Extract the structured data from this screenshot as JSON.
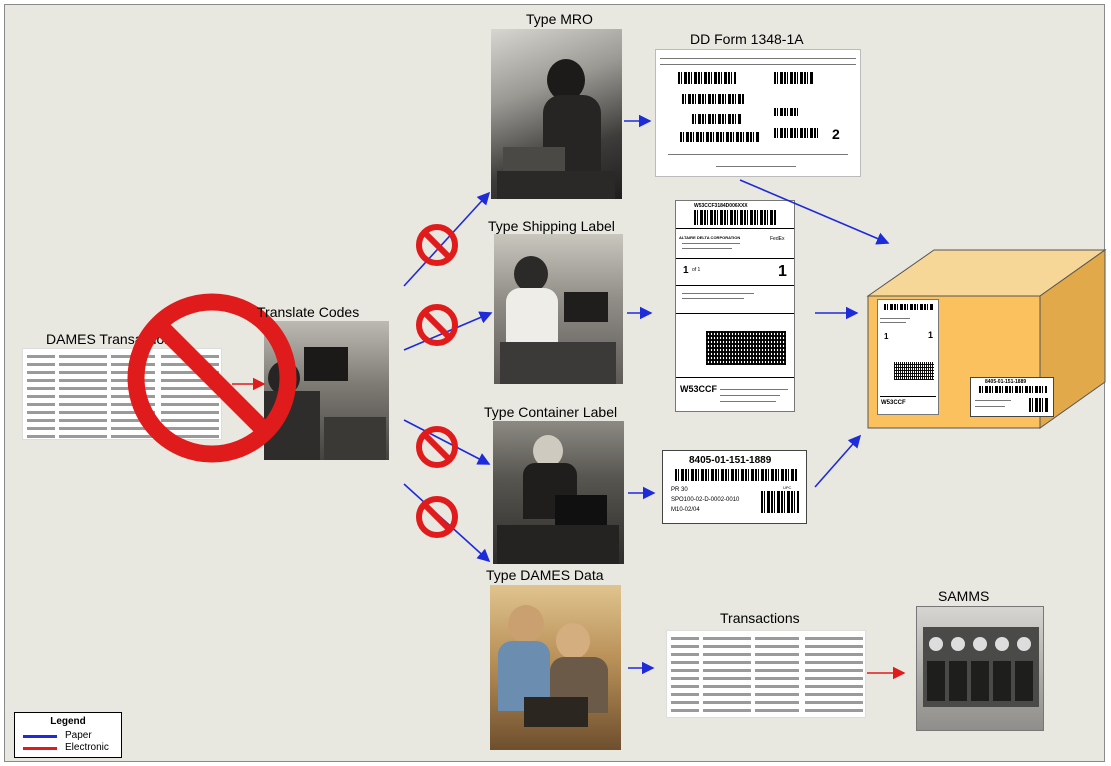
{
  "labels": {
    "type_mro": "Type MRO",
    "dd_form": "DD Form 1348-1A",
    "type_shipping_label": "Type Shipping Label",
    "type_container_label": "Type Container Label",
    "type_dames_data": "Type DAMES Data",
    "transactions": "Transactions",
    "samms": "SAMMS",
    "dames_transactions": "DAMES Transactions",
    "translate_codes": "Translate Codes"
  },
  "legend": {
    "title": "Legend",
    "paper": "Paper",
    "electronic": "Electronic"
  },
  "container_label": {
    "nsn": "8405-01-151-1889",
    "pr": "PR  30",
    "contract": "SPO100-02-D-0002-0010",
    "date": "M10-02/04",
    "upc": "UPC"
  },
  "box_label": {
    "nsn": "8405-01-151-1889"
  },
  "shipping_label": {
    "tcn": "W53CCF3184D006XXX",
    "company": "ALTAIRE DELTA CORPORATION",
    "piece_number": "1",
    "piece_total": "of 1",
    "priority": "1",
    "service": "FedEx",
    "footer_code": "W53CCF"
  },
  "dd_form": {
    "page": "2"
  },
  "colors": {
    "paper": "#1e2bd8",
    "electronic": "#e01b1b",
    "prohibit": "#e01b1b",
    "box": "#fbc15e"
  },
  "icons": [
    "prohibited-icon",
    "arrow-icon",
    "shipping-box-icon",
    "barcode-icon"
  ]
}
